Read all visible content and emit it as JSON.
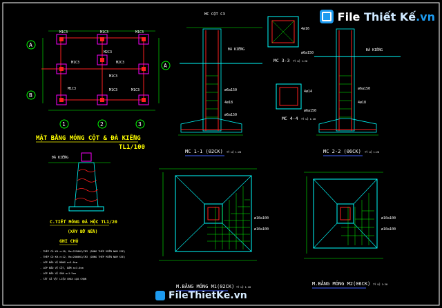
{
  "watermark": {
    "brand_top": "File",
    "brand_mid": "Thiết Kế",
    "brand_tld": ".vn",
    "brand_bottom": "FileThietKe.vn"
  },
  "plan": {
    "title": "MẶT BẰNG MÓNG CỘT & ĐÀ KIỀNG",
    "scale": "TL1/100",
    "axis_letters": [
      "A",
      "B",
      "A"
    ],
    "axis_numbers": [
      "1",
      "2",
      "3"
    ],
    "col_tags": [
      "M1C3",
      "M1C3",
      "M1C3",
      "M1C3",
      "M2C3",
      "M2C3",
      "M1C3",
      "M1C3",
      "M1C3",
      "M1C3"
    ]
  },
  "stone_detail": {
    "label_top": "ĐÀ KIỀNG",
    "title": "C.TIẾT MÓNG ĐÁ HỘC TL1/20",
    "subtitle": "(XÂY BỜ NỀN)"
  },
  "notes": {
    "heading": "GHI CHÚ",
    "lines": [
      "- THÉP CÓ KH.<=10, Ra=2250KG/CM2 (DÙNG THÉP MIỀN NAM SSE)",
      "- THÉP CÓ KH.>=12, Ra=2800KG/CM2 (DÙNG THÉP MIỀN NAM SSE)",
      "- LỚP BẢO VỆ MÓNG a=5.0cm",
      "- LỚP BẢO VỆ CỘT, DẦM a=3.0cm",
      "- LỚP BẢO VỆ SÀN a=1.5cm",
      "- TẤT CẢ VẬT LIỆU CHƯA LỰA CHỌN"
    ]
  },
  "section1": {
    "title": "MC 1-1 (02CK)",
    "scale": "TỶ LỆ 1:20",
    "tag_top": "MC CỘT C3",
    "label_beam": "ĐÀ KIỀNG",
    "rebar1": "4ø18",
    "rebar2": "ø6a150",
    "rebar3": "ø6a150"
  },
  "section2": {
    "title": "MC 2-2 (06CK)",
    "scale": "TỶ LỆ 1:20",
    "label_beam": "ĐÀ KIỀNG",
    "rebar1": "4ø18",
    "rebar2": "ø6a150"
  },
  "section33": {
    "title": "MC 3-3",
    "scale": "TỶ LỆ 1:20",
    "rebar": "4ø16",
    "stirrup": "ø6a150"
  },
  "section44": {
    "title": "MC 4-4",
    "scale": "TỶ LỆ 1:20",
    "rebar": "4ø14",
    "stirrup": "ø6a150"
  },
  "found1": {
    "title": "M.BẰNG MÓNG M1(02CK)",
    "scale": "TỶ LỆ 1:20",
    "rebar_a": "ø10a100",
    "rebar_b": "ø10a100"
  },
  "found2": {
    "title": "M.BẰNG MÓNG M2(06CK)",
    "scale": "TỶ LỆ 1:20",
    "rebar_a": "ø10a100",
    "rebar_b": "ø10a100"
  },
  "colors": {
    "bg": "#000000",
    "cyan": "#00ffff",
    "green": "#00ff00",
    "yellow": "#ffff00",
    "red": "#ff2020",
    "magenta": "#ff00ff",
    "blue": "#4060ff",
    "white": "#ffffff"
  }
}
